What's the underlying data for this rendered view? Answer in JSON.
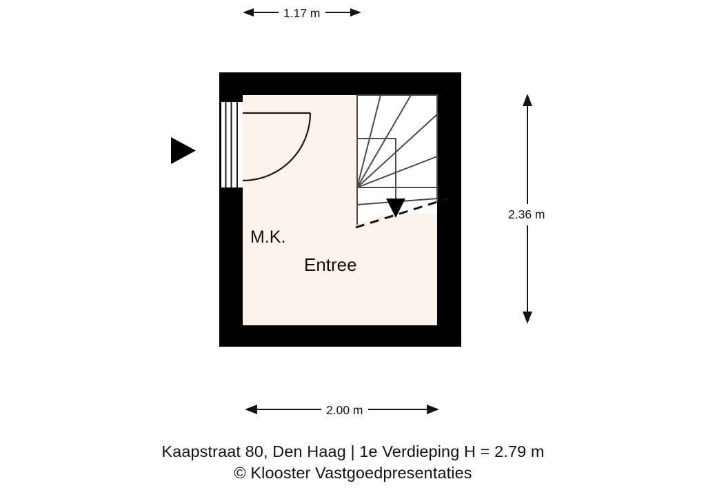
{
  "caption": {
    "line1": "Kaapstraat 80, Den Haag | 1e Verdieping H = 2.79 m",
    "line2": "© Klooster Vastgoedpresentaties"
  },
  "dimensions": {
    "top": "1.17 m",
    "bottom": "2.00 m",
    "right": "2.36 m"
  },
  "rooms": [
    {
      "label": "M.K."
    },
    {
      "label": "Entree"
    }
  ],
  "colors": {
    "wall": "#000000",
    "floor_fill": "#FDF3EA",
    "stair_fill": "#FFFFFF",
    "line": "#4A4A4A",
    "text": "#111111",
    "background": "#FFFFFF"
  },
  "icons": {
    "entrance_marker": "triangle-right",
    "stair_direction": "triangle-down"
  }
}
